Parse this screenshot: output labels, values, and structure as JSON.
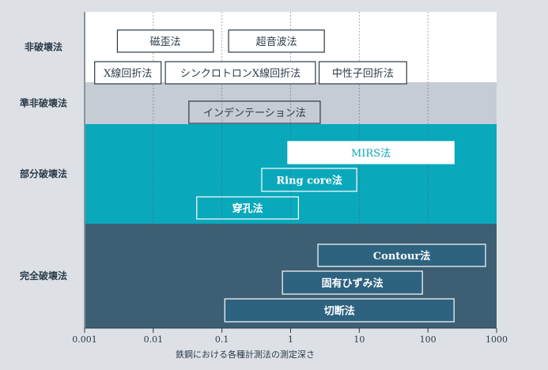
{
  "chart_data": {
    "type": "range-bar",
    "xscale": "log",
    "xlim": [
      0.001,
      1000
    ],
    "xticks": [
      "0.001",
      "0.01",
      "0.1",
      "1",
      "10",
      "100",
      "1000"
    ],
    "xlabel": "鉄鋼における各種計測法の測定深さ",
    "grid": true,
    "bands": [
      {
        "name": "非破壊法",
        "color": "#ffffff"
      },
      {
        "name": "準非破壊法",
        "color": "#c5ccd3"
      },
      {
        "name": "部分破壊法",
        "color": "#0aa8bb"
      },
      {
        "name": "完全破壊法",
        "color": "#3d5f73"
      }
    ],
    "bars": [
      {
        "label": "磁歪法",
        "band": 0,
        "min": 0.003,
        "max": 0.075
      },
      {
        "label": "超音波法",
        "band": 0,
        "min": 0.125,
        "max": 3.1
      },
      {
        "label": "X線回折法",
        "band": 0,
        "min": 0.0014,
        "max": 0.013
      },
      {
        "label": "シンクロトロンX線回折法",
        "band": 0,
        "min": 0.015,
        "max": 2.3
      },
      {
        "label": "中性子回折法",
        "band": 0,
        "min": 2.6,
        "max": 49
      },
      {
        "label": "インデンテーション法",
        "band": 1,
        "min": 0.033,
        "max": 2.7
      },
      {
        "label": "MIRS法",
        "band": 2,
        "min": 0.91,
        "max": 240
      },
      {
        "label": "Ring core法",
        "band": 2,
        "min": 0.38,
        "max": 9.2
      },
      {
        "label": "穿孔法",
        "band": 2,
        "min": 0.043,
        "max": 1.3
      },
      {
        "label": "Contour法",
        "band": 3,
        "min": 2.5,
        "max": 690
      },
      {
        "label": "固有ひずみ法",
        "band": 3,
        "min": 0.76,
        "max": 83
      },
      {
        "label": "切断法",
        "band": 3,
        "min": 0.11,
        "max": 240
      }
    ]
  }
}
